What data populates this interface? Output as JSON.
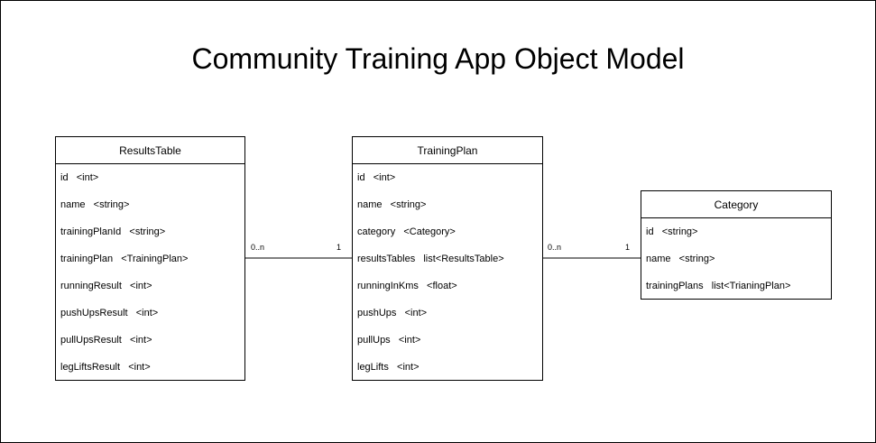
{
  "title": "Community Training App Object Model",
  "classes": {
    "results_table": {
      "name": "ResultsTable",
      "attributes": [
        "id   <int>",
        "name   <string>",
        "trainingPlanId   <string>",
        "trainingPlan   <TrainingPlan>",
        "runningResult   <int>",
        "pushUpsResult   <int>",
        "pullUpsResult   <int>",
        "legLiftsResult   <int>"
      ]
    },
    "training_plan": {
      "name": "TrainingPlan",
      "attributes": [
        "id   <int>",
        "name   <string>",
        "category   <Category>",
        "resultsTables   list<ResultsTable>",
        "runningInKms   <float>",
        "pushUps   <int>",
        "pullUps   <int>",
        "legLifts   <int>"
      ]
    },
    "category": {
      "name": "Category",
      "attributes": [
        "id   <string>",
        "name   <string>",
        "trainingPlans   list<TrianingPlan>"
      ]
    }
  },
  "associations": [
    {
      "from_mult": "0..n",
      "to_mult": "1"
    },
    {
      "from_mult": "0..n",
      "to_mult": "1"
    }
  ]
}
